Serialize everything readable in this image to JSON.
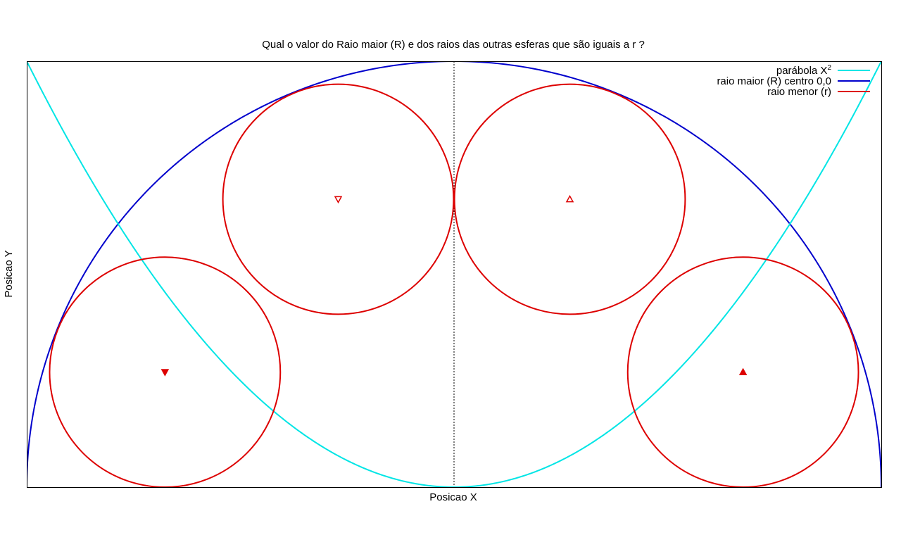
{
  "chart_data": {
    "type": "line",
    "title": "Qual o valor do Raio maior (R) e dos raios das outras esferas que são iguais a r ?",
    "xlabel": "Posicao X",
    "ylabel": "Posicao Y",
    "xlim": [
      -1,
      1
    ],
    "ylim": [
      0,
      1
    ],
    "grid": false,
    "legend_position": "top-right",
    "center_line": {
      "x": 0,
      "style": "dotted",
      "color": "#000000"
    },
    "series": [
      {
        "name": "parábola X²",
        "legend_base": "parábola X",
        "legend_sup": "2",
        "kind": "parabola",
        "equation": "y = x^2",
        "color": "#00e5e5"
      },
      {
        "name": "raio maior (R) centro 0,0",
        "kind": "semicircle",
        "center": [
          0,
          0
        ],
        "radius": 1,
        "color": "#0000cc"
      },
      {
        "name": "raio menor (r)",
        "kind": "circles",
        "color": "#dd0000",
        "radius": 0.27,
        "circles": [
          {
            "center": [
              -0.6765,
              0.27
            ],
            "marker": "triangle-down-filled"
          },
          {
            "center": [
              -0.271,
              0.676
            ],
            "marker": "triangle-down-open"
          },
          {
            "center": [
              0.271,
              0.676
            ],
            "marker": "triangle-up-open"
          },
          {
            "center": [
              0.6765,
              0.27
            ],
            "marker": "triangle-up-filled"
          }
        ]
      }
    ]
  }
}
